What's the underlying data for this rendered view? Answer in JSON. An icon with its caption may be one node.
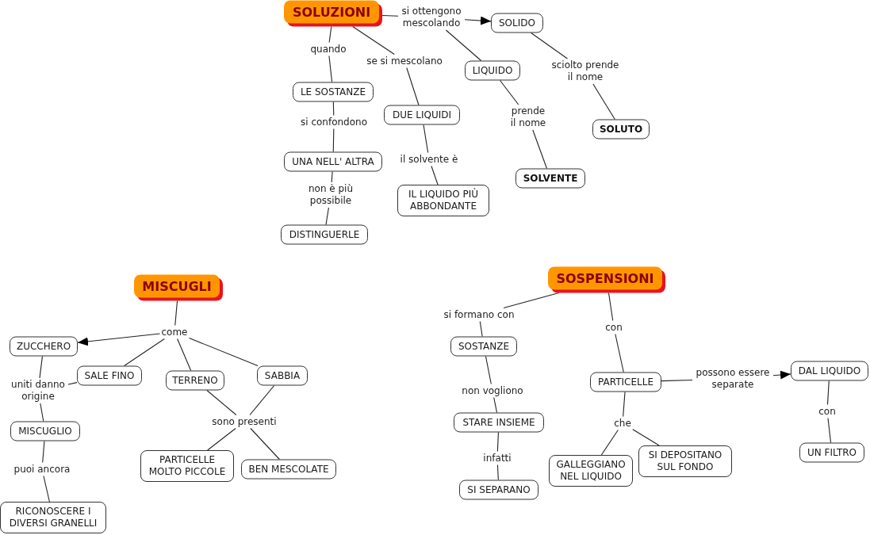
{
  "diagram": {
    "nodes": [
      {
        "text": [
          "SOLUZIONI"
        ]
      },
      {
        "text": [
          "si ottengono mescolando"
        ]
      },
      {
        "text": [
          "SOLIDO"
        ]
      },
      {
        "text": [
          "LIQUIDO"
        ]
      },
      {
        "text": [
          "sciolto prende il nome"
        ]
      },
      {
        "text": [
          "SOLUTO"
        ]
      },
      {
        "text": [
          "prende il nome"
        ]
      },
      {
        "text": [
          "SOLVENTE"
        ]
      },
      {
        "text": [
          "quando"
        ]
      },
      {
        "text": [
          "LE SOSTANZE"
        ]
      },
      {
        "text": [
          "si confondono"
        ]
      },
      {
        "text": [
          "UNA NELL' ALTRA"
        ]
      },
      {
        "text": [
          "non è più possibile"
        ]
      },
      {
        "text": [
          "DISTINGUERLE"
        ]
      },
      {
        "text": [
          "se si mescolano"
        ]
      },
      {
        "text": [
          "DUE LIQUIDI"
        ]
      },
      {
        "text": [
          "il solvente è"
        ]
      },
      {
        "text": [
          "IL LIQUIDO PIÙ ABBONDANTE"
        ]
      },
      {
        "text": [
          "MISCUGLI"
        ]
      },
      {
        "text": [
          "come"
        ]
      },
      {
        "text": [
          "ZUCCHERO"
        ]
      },
      {
        "text": [
          "SALE FINO"
        ]
      },
      {
        "text": [
          "TERRENO"
        ]
      },
      {
        "text": [
          "SABBIA"
        ]
      },
      {
        "text": [
          "uniti danno origine"
        ]
      },
      {
        "text": [
          "MISCUGLIO"
        ]
      },
      {
        "text": [
          "puoi ancora"
        ]
      },
      {
        "text": [
          "RICONOSCERE I DIVERSI GRANELLI"
        ]
      },
      {
        "text": [
          "sono presenti"
        ]
      },
      {
        "text": [
          "PARTICELLE MOLTO PICCOLE"
        ]
      },
      {
        "text": [
          "BEN MESCOLATE"
        ]
      },
      {
        "text": [
          "SOSPENSIONI"
        ]
      },
      {
        "text": [
          "si formano con"
        ]
      },
      {
        "text": [
          "SOSTANZE"
        ]
      },
      {
        "text": [
          "non vogliono"
        ]
      },
      {
        "text": [
          "STARE INSIEME"
        ]
      },
      {
        "text": [
          "infatti"
        ]
      },
      {
        "text": [
          "SI SEPARANO"
        ]
      },
      {
        "text": [
          "con"
        ]
      },
      {
        "text": [
          "PARTICELLE"
        ]
      },
      {
        "text": [
          "che"
        ]
      },
      {
        "text": [
          "GALLEGGIANO NEL LIQUIDO"
        ]
      },
      {
        "text": [
          "SI DEPOSITANO SUL FONDO"
        ]
      },
      {
        "text": [
          "possono essere separate"
        ]
      },
      {
        "text": [
          "DAL LIQUIDO"
        ]
      },
      {
        "text": [
          "con"
        ]
      },
      {
        "text": [
          "UN FILTRO"
        ]
      }
    ],
    "edges": [
      {
        "from": 0,
        "to": 1,
        "arrow": "none"
      },
      {
        "from": 1,
        "to": 2,
        "arrow": "to"
      },
      {
        "from": 1,
        "to": 3,
        "arrow": "none"
      },
      {
        "from": 2,
        "to": 4,
        "arrow": "none"
      },
      {
        "from": 4,
        "to": 5,
        "arrow": "none"
      },
      {
        "from": 3,
        "to": 6,
        "arrow": "none"
      },
      {
        "from": 6,
        "to": 7,
        "arrow": "none"
      },
      {
        "from": 0,
        "to": 8,
        "arrow": "none"
      },
      {
        "from": 8,
        "to": 9,
        "arrow": "none"
      },
      {
        "from": 9,
        "to": 10,
        "arrow": "none"
      },
      {
        "from": 10,
        "to": 11,
        "arrow": "none"
      },
      {
        "from": 11,
        "to": 12,
        "arrow": "none"
      },
      {
        "from": 12,
        "to": 13,
        "arrow": "none"
      },
      {
        "from": 0,
        "to": 14,
        "arrow": "none"
      },
      {
        "from": 14,
        "to": 15,
        "arrow": "none"
      },
      {
        "from": 15,
        "to": 16,
        "arrow": "none"
      },
      {
        "from": 16,
        "to": 17,
        "arrow": "none"
      },
      {
        "from": 18,
        "to": 19,
        "arrow": "none"
      },
      {
        "from": 19,
        "to": 20,
        "arrow": "to"
      },
      {
        "from": 19,
        "to": 21,
        "arrow": "none"
      },
      {
        "from": 19,
        "to": 22,
        "arrow": "none"
      },
      {
        "from": 19,
        "to": 23,
        "arrow": "none"
      },
      {
        "from": 20,
        "to": 24,
        "arrow": "none"
      },
      {
        "from": 21,
        "to": 24,
        "arrow": "none"
      },
      {
        "from": 24,
        "to": 25,
        "arrow": "none"
      },
      {
        "from": 25,
        "to": 26,
        "arrow": "none"
      },
      {
        "from": 26,
        "to": 27,
        "arrow": "none"
      },
      {
        "from": 22,
        "to": 28,
        "arrow": "none"
      },
      {
        "from": 23,
        "to": 28,
        "arrow": "none"
      },
      {
        "from": 28,
        "to": 29,
        "arrow": "none"
      },
      {
        "from": 28,
        "to": 30,
        "arrow": "none"
      },
      {
        "from": 31,
        "to": 32,
        "arrow": "none"
      },
      {
        "from": 32,
        "to": 33,
        "arrow": "none"
      },
      {
        "from": 33,
        "to": 34,
        "arrow": "none"
      },
      {
        "from": 34,
        "to": 35,
        "arrow": "none"
      },
      {
        "from": 35,
        "to": 36,
        "arrow": "none"
      },
      {
        "from": 36,
        "to": 37,
        "arrow": "none"
      },
      {
        "from": 31,
        "to": 38,
        "arrow": "none"
      },
      {
        "from": 38,
        "to": 39,
        "arrow": "none"
      },
      {
        "from": 39,
        "to": 40,
        "arrow": "none"
      },
      {
        "from": 40,
        "to": 41,
        "arrow": "none"
      },
      {
        "from": 40,
        "to": 42,
        "arrow": "none"
      },
      {
        "from": 39,
        "to": 43,
        "arrow": "none"
      },
      {
        "from": 43,
        "to": 44,
        "arrow": "to"
      },
      {
        "from": 44,
        "to": 45,
        "arrow": "none"
      },
      {
        "from": 45,
        "to": 46,
        "arrow": "none"
      }
    ]
  }
}
